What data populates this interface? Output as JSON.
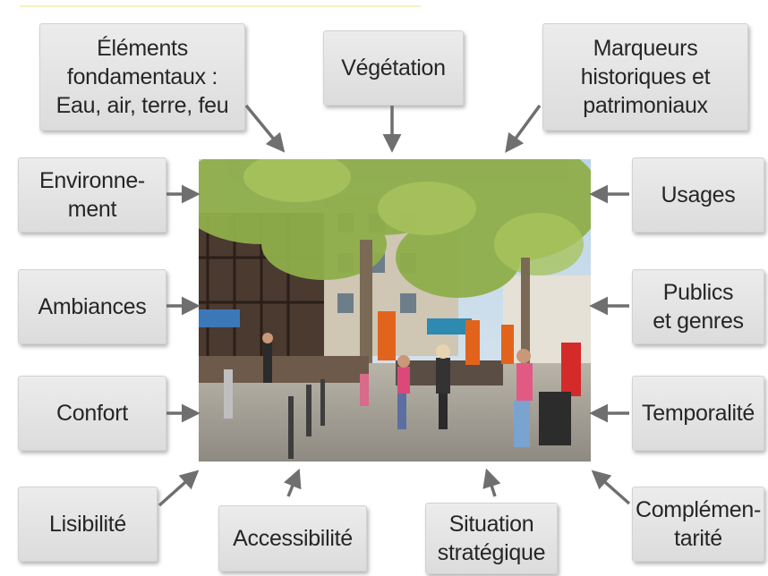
{
  "boxes": {
    "elements": "Éléments\nfondamentaux :\nEau, air, terre, feu",
    "vegetation": "Végétation",
    "marqueurs": "Marqueurs\nhistoriques et\npatrimoniaux",
    "environnement": "Environne-\nment",
    "usages": "Usages",
    "ambiances": "Ambiances",
    "publics": "Publics\net genres",
    "confort": "Confort",
    "temporalite": "Temporalité",
    "lisibilite": "Lisibilité",
    "accessibilite": "Accessibilité",
    "situation": "Situation\nstratégique",
    "complementarite": "Complémen-\ntarité"
  },
  "colors": {
    "box": "#e3e3e3",
    "arrow": "#6f6f6f"
  }
}
